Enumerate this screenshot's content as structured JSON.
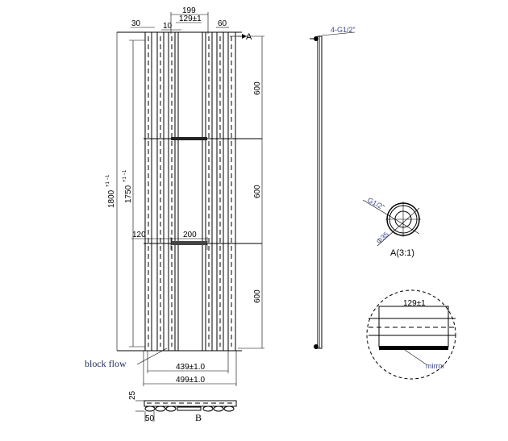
{
  "title": "Vertical mirror radiator technical drawing",
  "front_view": {
    "dim_top_overall": "199",
    "dim_top_center": "129±1",
    "dim_tube": "30",
    "dim_gap": "10",
    "dim_right": "60",
    "section_marker": "A",
    "dim_height_total": "1800",
    "dim_height_total_tol": "+1 −1",
    "dim_height_pipe": "1750",
    "dim_height_pipe_tol": "+1 −1",
    "dim_spacing_1": "600",
    "dim_spacing_2": "600",
    "dim_spacing_3": "600",
    "dim_bracket_offset": "120",
    "dim_bracket_width": "200",
    "block_flow_label": "block flow",
    "dim_inner_width": "439±1.0",
    "dim_outer_width": "499±1.0"
  },
  "side_view": {
    "connection_label": "4-G1/2\""
  },
  "detail_a": {
    "thread_label": "G1/2\"",
    "diameter_label": "Φ35",
    "caption": "A(3:1)"
  },
  "detail_mirror": {
    "dim_width": "129±1",
    "mirror_label": "mirror"
  },
  "bottom_view": {
    "dim_depth": "25",
    "dim_tube_width": "50",
    "caption": "B"
  }
}
